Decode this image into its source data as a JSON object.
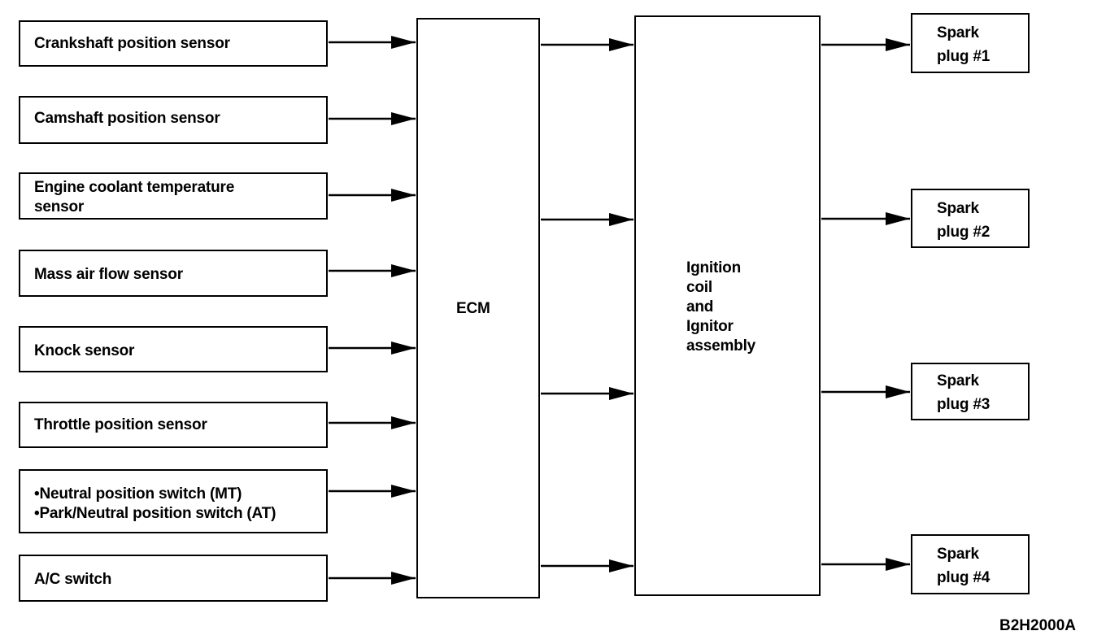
{
  "inputs": [
    "Crankshaft position sensor",
    "Camshaft position sensor",
    "Engine coolant temperature\nsensor",
    "Mass air flow sensor",
    "Knock sensor",
    "Throttle position sensor",
    "•Neutral position switch (MT)\n•Park/Neutral position switch (AT)",
    "A/C switch"
  ],
  "ecm": {
    "label": "ECM"
  },
  "ignition": {
    "label": "Ignition\ncoil\nand\nIgnitor\nassembly"
  },
  "outputs": [
    "Spark\nplug #1",
    "Spark\nplug #2",
    "Spark\nplug #3",
    "Spark\nplug #4"
  ],
  "figure_ref": "B2H2000A",
  "colors": {
    "line": "#000000",
    "background": "#ffffff"
  }
}
